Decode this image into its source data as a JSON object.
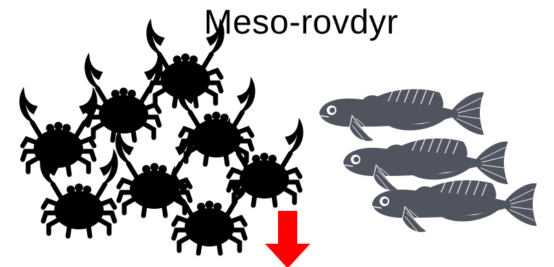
{
  "title": "Meso-rovdyr",
  "colors": {
    "crab": "#000000",
    "fish_body": "#50545f",
    "fish_fin_line": "#ffffff",
    "arrow": "#ff0000",
    "background": "#ffffff"
  },
  "icons": {
    "crab_group": "crab-icon",
    "fish_group": "fish-icon",
    "arrow": "arrow-down-icon"
  },
  "counts": {
    "crabs": 8,
    "fish": 3
  }
}
